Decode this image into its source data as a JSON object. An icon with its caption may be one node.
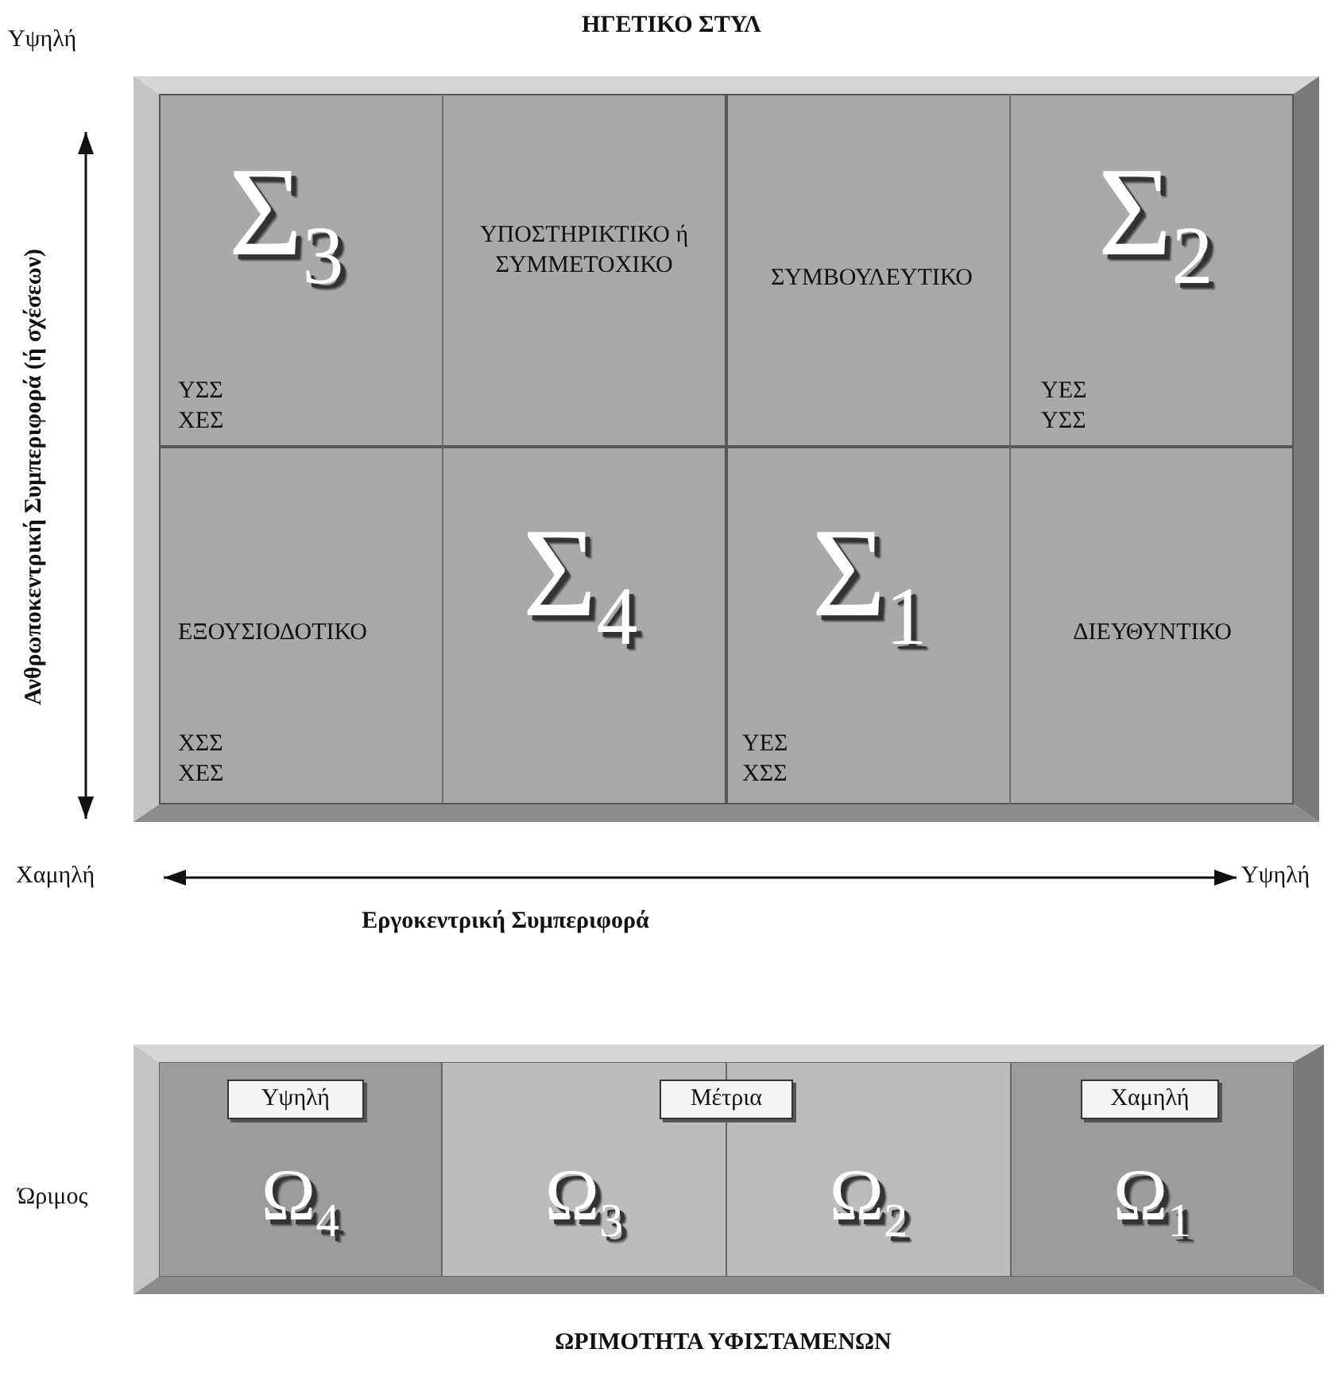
{
  "diagram": {
    "title": "ΗΓΕΤΙΚΟ ΣΤΥΛ",
    "nodes": [
      {
        "text": [
          "Σ$_{3}$",
          "ΥΠΟΣΤΗΡΙΚΤΙΚΟ ή ΣΥΜΜΕΤΟΧΙΚΟ",
          "ΥΣΣ ΧΕΣ"
        ]
      },
      {
        "text": [
          "ΣΥΜΒΟΥΛΕΥΤΙΚΟ",
          "Σ$_{2}$",
          "ΥΕΣ ΥΣΣ"
        ]
      },
      {
        "text": [
          "ΕΞΟΥΣΙΟΔΟΤΙΚΟ",
          "Σ$_{4}$",
          "ΧΣΣ ΧΕΣ"
        ]
      },
      {
        "text": [
          "Σ$_{1}$",
          "ΔΙΕΥΘΥΝΤΙΚΟ",
          "ΥΕΣ ΧΣΣ"
        ]
      },
      {
        "text": [
          "Ω$_{4}$"
        ]
      },
      {
        "text": [
          "Υψηλή"
        ],
        "in": 4
      },
      {
        "text": [
          "Μέτρια"
        ]
      },
      {
        "text": [
          "Ω$_{3}$"
        ]
      },
      {
        "text": [
          "Ω$_{2}$"
        ]
      },
      {
        "text": [
          "Ω$_{1}$"
        ]
      },
      {
        "text": [
          "Χαμηλή"
        ],
        "in": 9
      }
    ],
    "labels": [
      "Υψηλή",
      "Ανθρωποκεντρική Συμπεριφορά (ή σχέσεων)",
      "Χαμηλή",
      "Υψηλή",
      "Εργοκεντρική Συμπεριφορά",
      "Ώριμος",
      "ΩΡΙΜΟΤΗΤΑ ΥΦΙΣΤΑΜΕΝΩΝ"
    ]
  }
}
